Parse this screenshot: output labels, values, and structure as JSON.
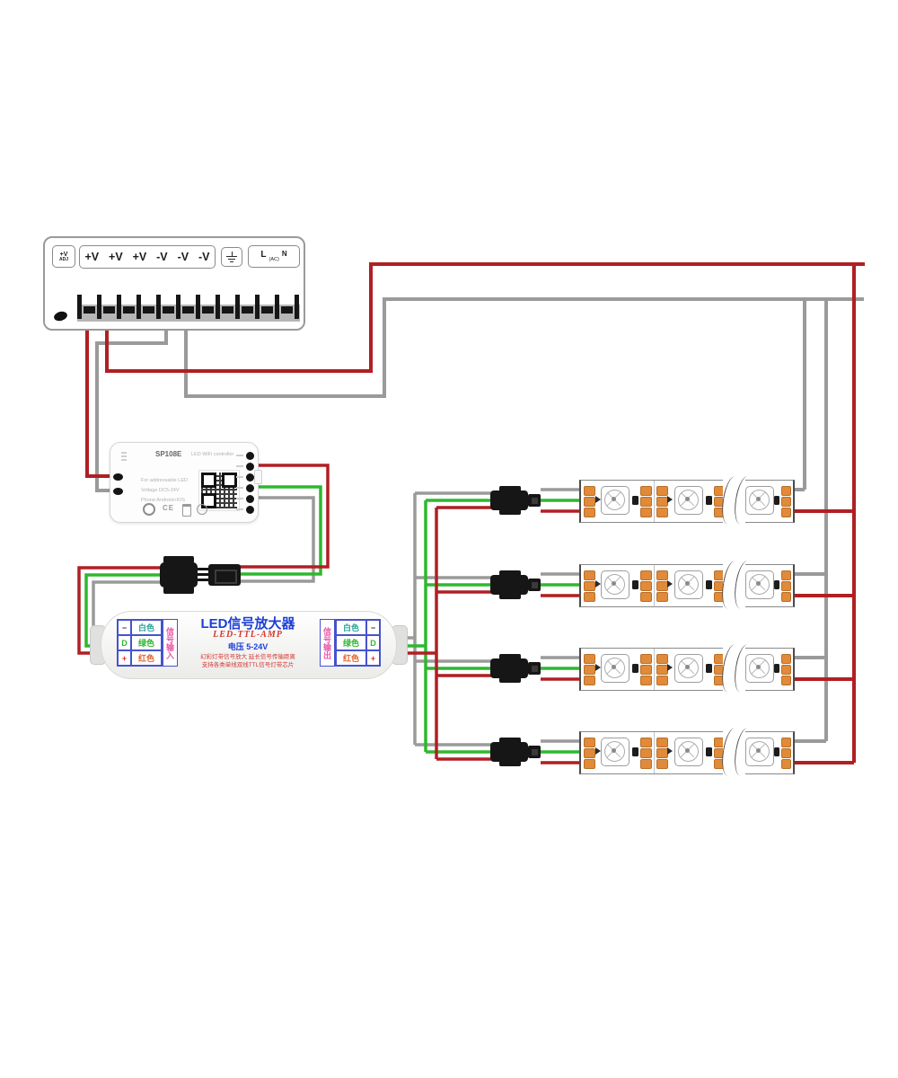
{
  "psu": {
    "adj_label_top": "+V",
    "adj_label_bottom": "ADJ",
    "terminal_labels": [
      "+V",
      "+V",
      "+V",
      "-V",
      "-V",
      "-V"
    ],
    "ac_labels": {
      "l": "L",
      "ac": "(AC)",
      "n": "N"
    }
  },
  "controller": {
    "model": "SP108E",
    "type_label": "LED WiFi controller",
    "spec_lines": [
      "For addressable LED",
      "Voltage DC5-24V",
      "Phone:Android+IOS"
    ],
    "cert": "CE"
  },
  "amplifier": {
    "title": "LED信号放大器",
    "subtitle": "LED-TTL-AMP",
    "voltage": "电压 5-24V",
    "note_line1": "幻彩灯带信号放大 延长信号传输距离",
    "note_line2": "支持各类单线双线TTL信号灯带芯片",
    "input_label": "信号输入",
    "output_label": "信号输出",
    "rows": [
      {
        "symbol": "−",
        "name": "白色"
      },
      {
        "symbol": "D",
        "name": "绿色"
      },
      {
        "symbol": "+",
        "name": "红色"
      }
    ]
  },
  "strips": {
    "count": 4
  },
  "colors": {
    "wire_positive": "#b01f24",
    "wire_ground": "#9a9a9a",
    "wire_data": "#2eb82e",
    "pad": "#e08a3a",
    "label_blue": "#1d3ed6",
    "label_red": "#d4372e",
    "label_magenta": "#e858a8",
    "name_white": "#2aa39b",
    "name_green": "#2eb82e",
    "name_red": "#e2622d",
    "symbol_minus": "#333333",
    "symbol_d": "#2eb82e",
    "symbol_plus": "#e03030"
  }
}
